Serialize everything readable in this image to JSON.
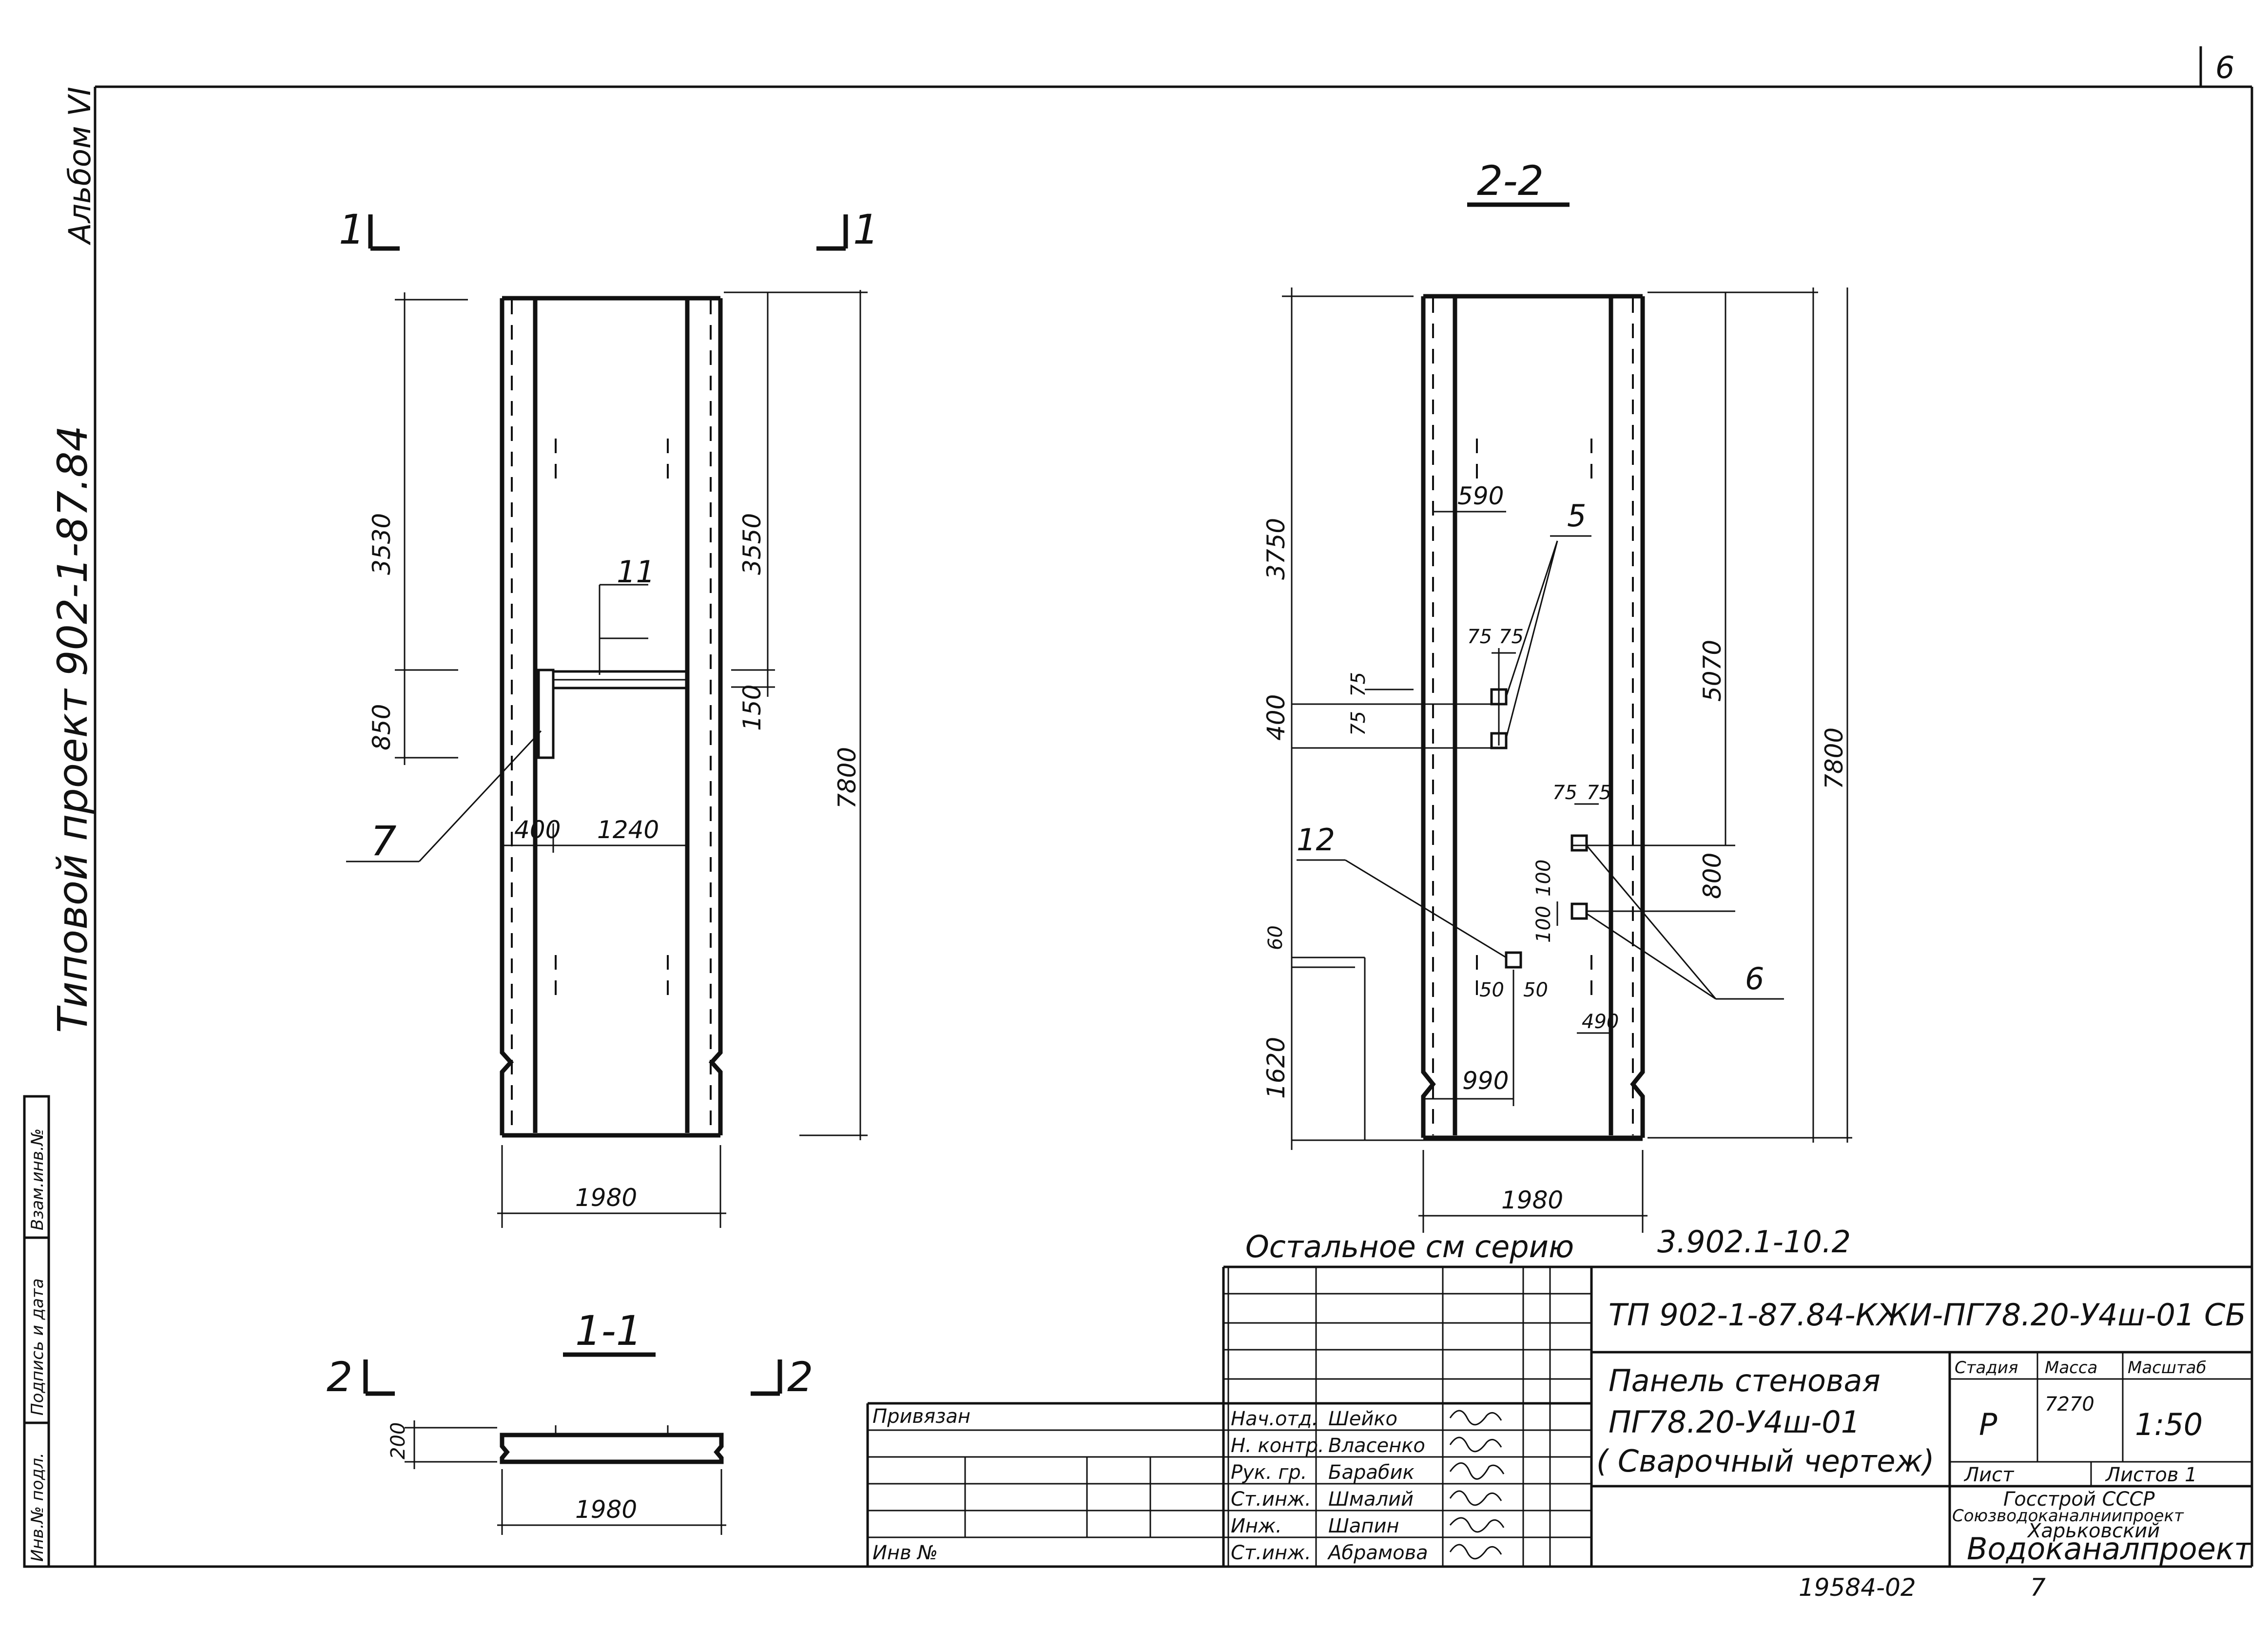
{
  "corner": {
    "sheet_no": "6",
    "album": "Альбом VI"
  },
  "side": {
    "project": "Типовой проект 902-1-87.84",
    "cells": [
      "Инв.№ подл.",
      "Подпись и дата",
      "Взам.инв.№"
    ]
  },
  "view_front": {
    "cut_left": "1",
    "cut_right": "1",
    "dims": {
      "d3530": "3530",
      "d850": "850",
      "d3550": "3550",
      "d150": "150",
      "d7800": "7800",
      "d400": "400",
      "d1240": "1240",
      "d1980": "1980"
    },
    "marks": {
      "m11": "11",
      "m7": "7"
    }
  },
  "view_22": {
    "title": "2-2",
    "dims": {
      "d3750": "3750",
      "d590": "590",
      "d75a": "75",
      "d75b": "75",
      "d75c": "75",
      "d75d": "75",
      "d400": "400",
      "d5070": "5070",
      "d7800": "7800",
      "d75e": "75",
      "d75f": "75",
      "d800": "800",
      "d100a": "100",
      "d100b": "100",
      "d60": "60",
      "d50a": "50",
      "d50b": "50",
      "d490": "490",
      "d1620": "1620",
      "d990": "990",
      "d1980": "1980"
    },
    "marks": {
      "m5": "5",
      "m12": "12",
      "m6": "6"
    }
  },
  "section_11": {
    "title": "1-1",
    "cut_left": "2",
    "cut_right": "2",
    "d200": "200",
    "d1980": "1980"
  },
  "note": {
    "text": "Остальное см серию",
    "series": "3.902.1-10.2"
  },
  "title_block": {
    "designation": "ТП 902-1-87.84-КЖИ-ПГ78.20-У4ш-01 СБ",
    "name_line1": "Панель стеновая",
    "name_line2": "ПГ78.20-У4ш-01",
    "name_line3": "( Сварочный чертеж)",
    "h_stage": "Стадия",
    "h_mass": "Масса",
    "h_scale": "Масштаб",
    "stage": "Р",
    "mass": "7270",
    "scale": "1:50",
    "sheet": "Лист",
    "sheets": "Листов 1",
    "org1": "Госстрой СССР",
    "org2": "Союзводоканалниипроект",
    "org3": "Харьковский",
    "org4": "Водоканалпроект",
    "bound": "Привязан",
    "inv": "Инв №",
    "people": [
      {
        "role": "Нач.отд.",
        "name": "Шейко"
      },
      {
        "role": "Н. контр.",
        "name": "Власенко"
      },
      {
        "role": "Рук. гр.",
        "name": "Барабик"
      },
      {
        "role": "Ст.инж.",
        "name": "Шмалий"
      },
      {
        "role": "Инж.",
        "name": "Шапин"
      },
      {
        "role": "Ст.инж.",
        "name": "Абрамова"
      }
    ]
  },
  "bottom": {
    "code": "19584-02",
    "page": "7"
  }
}
